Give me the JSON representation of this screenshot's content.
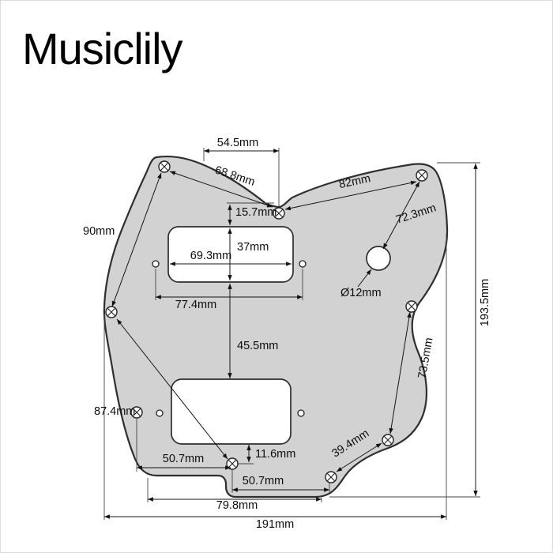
{
  "brand": "Musiclily",
  "colors": {
    "pickguard_fill": "#d2d2d2",
    "outline": "#2e2e2e"
  },
  "dimensions": {
    "top_span": "54.5mm",
    "upper_left_diagonal": "68.8mm",
    "upper_right_diagonal": "82mm",
    "neck_pickup_top_offset": "15.7mm",
    "neck_pickup_height": "37mm",
    "neck_pickup_inner_width": "69.3mm",
    "control_hole_diagonal": "72.3mm",
    "upper_left_edge": "90mm",
    "control_hole_diameter": "Ø12mm",
    "neck_pickup_outer_width": "77.4mm",
    "overall_height": "193.5mm",
    "pickup_gap": "45.5mm",
    "lower_right_edge": "73.5mm",
    "lower_left_edge": "87.4mm",
    "bottom_right_span": "39.4mm",
    "bottom_left_span": "50.7mm",
    "bottom_tab_offset": "11.6mm",
    "bottom_tab_span": "50.7mm",
    "bottom_span": "79.8mm",
    "overall_width": "191mm"
  }
}
